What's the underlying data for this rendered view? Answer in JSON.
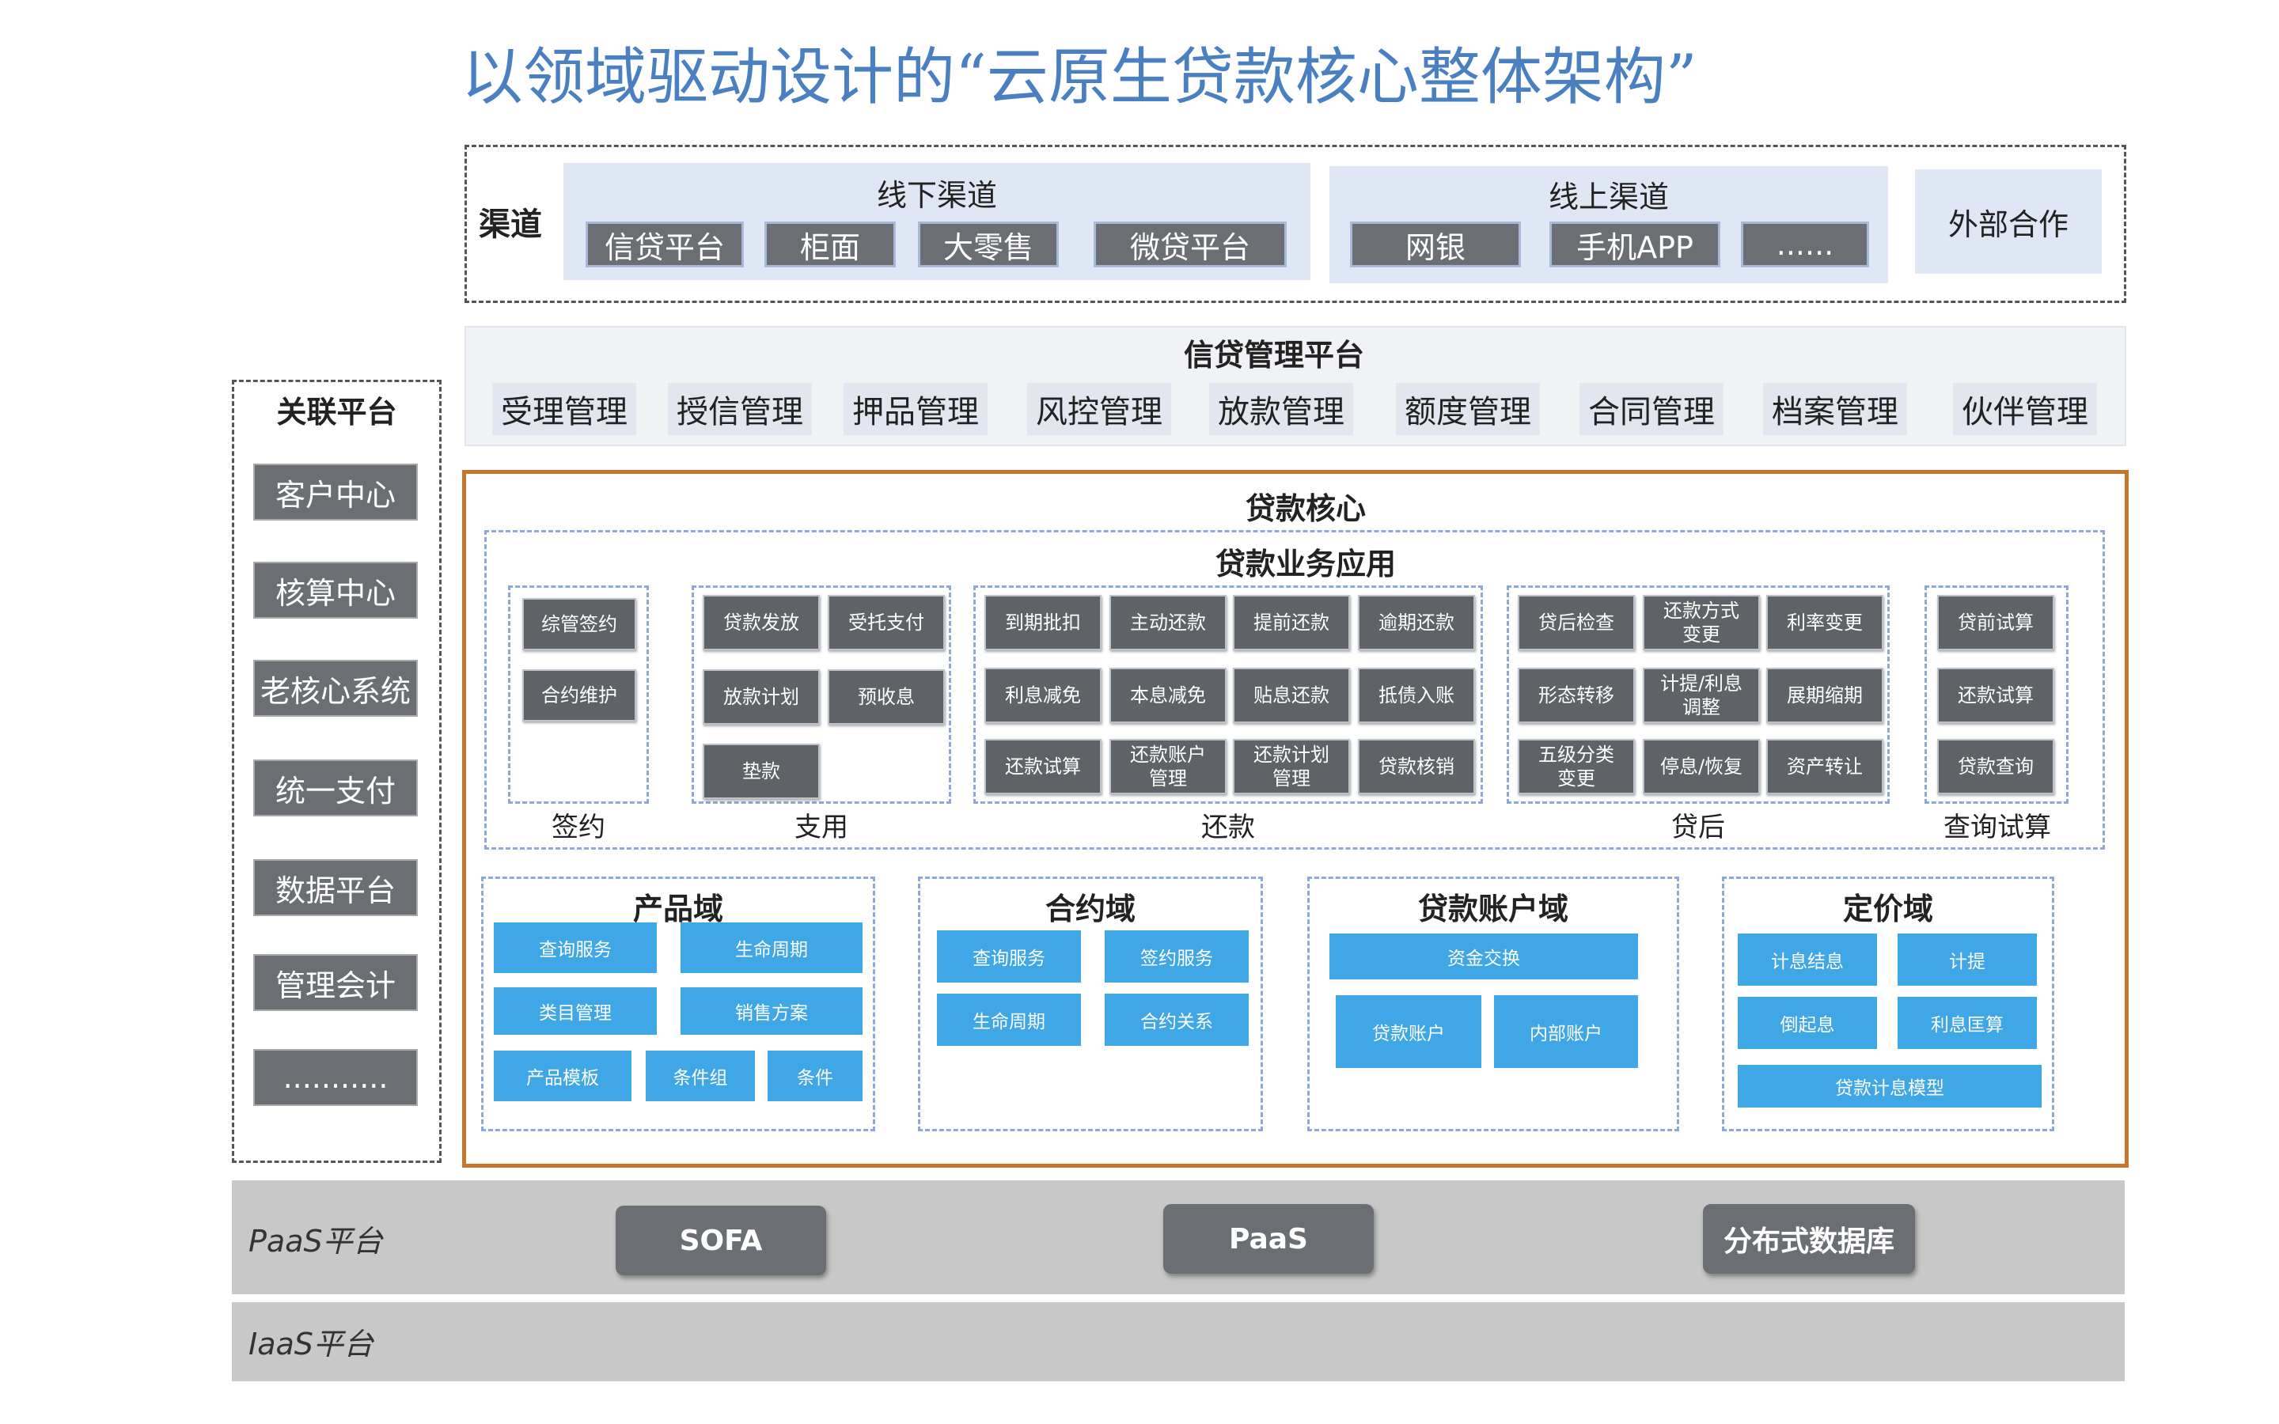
{
  "title": "以领域驱动设计的“云原生贷款核心整体架构”",
  "channel": {
    "label": "渠道",
    "offline": {
      "title": "线下渠道",
      "items": [
        "信贷平台",
        "柜面",
        "大零售",
        "微贷平台"
      ]
    },
    "online": {
      "title": "线上渠道",
      "items": [
        "网银",
        "手机APP",
        "......"
      ]
    },
    "external": "外部合作"
  },
  "credit_platform": {
    "title": "信贷管理平台",
    "items": [
      "受理管理",
      "授信管理",
      "押品管理",
      "风控管理",
      "放款管理",
      "额度管理",
      "合同管理",
      "档案管理",
      "伙伴管理"
    ]
  },
  "related": {
    "title": "关联平台",
    "items": [
      "客户中心",
      "核算中心",
      "老核心系统",
      "统一支付",
      "数据平台",
      "管理会计",
      "..........."
    ]
  },
  "core": {
    "title": "贷款核心",
    "app_title": "贷款业务应用",
    "groups": {
      "sign": {
        "label": "签约",
        "items": [
          "综管签约",
          "合约维护"
        ]
      },
      "use": {
        "label": "支用",
        "items": [
          "贷款发放",
          "受托支付",
          "放款计划",
          "预收息",
          "垫款"
        ]
      },
      "repay": {
        "label": "还款",
        "items": [
          "到期批扣",
          "主动还款",
          "提前还款",
          "逾期还款",
          "利息减免",
          "本息减免",
          "贴息还款",
          "抵债入账",
          "还款试算",
          "还款账户\n管理",
          "还款计划\n管理",
          "贷款核销"
        ]
      },
      "post": {
        "label": "贷后",
        "items": [
          "贷后检查",
          "还款方式\n变更",
          "利率变更",
          "形态转移",
          "计提/利息\n调整",
          "展期缩期",
          "五级分类\n变更",
          "停息/恢复",
          "资产转让"
        ]
      },
      "query": {
        "label": "查询试算",
        "items": [
          "贷前试算",
          "还款试算",
          "贷款查询"
        ]
      }
    },
    "domains": {
      "product": {
        "title": "产品域",
        "items": [
          "查询服务",
          "生命周期",
          "类目管理",
          "销售方案",
          "产品模板",
          "条件组",
          "条件"
        ]
      },
      "contract": {
        "title": "合约域",
        "items": [
          "查询服务",
          "签约服务",
          "生命周期",
          "合约关系"
        ]
      },
      "account": {
        "title": "贷款账户域",
        "items": [
          "资金交换",
          "贷款账户",
          "内部账户"
        ]
      },
      "pricing": {
        "title": "定价域",
        "items": [
          "计息结息",
          "计提",
          "倒起息",
          "利息匡算",
          "贷款计息模型"
        ]
      }
    }
  },
  "paas": {
    "label": "PaaS平台",
    "items": [
      "SOFA",
      "PaaS",
      "分布式数据库"
    ]
  },
  "iaas": {
    "label": "IaaS平台"
  },
  "colors": {
    "title": "#4a7fc1",
    "core_border": "#c7762f",
    "domain_blue": "#3fa7e6",
    "module_gray": "#6b6e72"
  }
}
